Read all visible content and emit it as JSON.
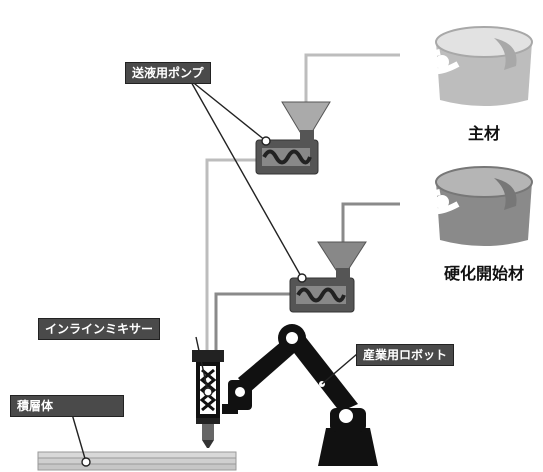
{
  "labels": {
    "pump": "送液用ポンプ",
    "main_material": "主材",
    "hardener": "硬化開始材",
    "mixer": "インラインミキサー",
    "robot": "産業用ロボット",
    "layered_body": "積層体"
  },
  "colors": {
    "label_bg": "#4a4a4a",
    "main_bucket": "#bdbdbd",
    "hardener_bucket": "#8a8a8a",
    "machine_dark": "#1a1a1a"
  }
}
